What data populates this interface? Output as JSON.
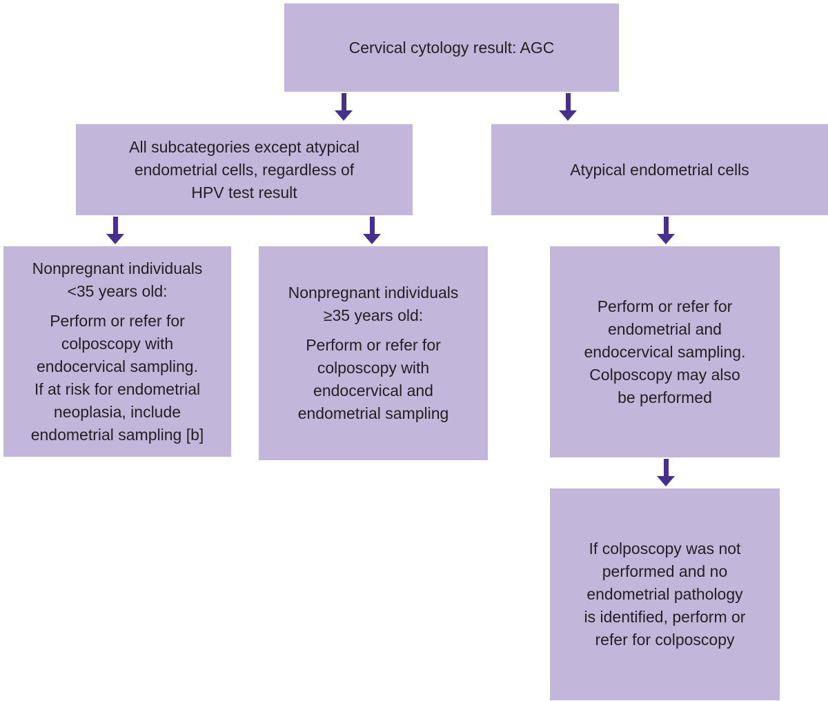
{
  "colors": {
    "box_fill": "#c3b6db",
    "arrow": "#472f90",
    "text": "#231f20",
    "background": "#ffffff"
  },
  "flowchart": {
    "root": {
      "text": "Cervical cytology result: AGC"
    },
    "level2": {
      "left": {
        "text": "All subcategories except atypical\nendometrial cells, regardless of\nHPV test result"
      },
      "right": {
        "text": "Atypical endometrial cells"
      }
    },
    "level3": {
      "left": {
        "heading": "Nonpregnant individuals\n<35 years old:",
        "body": "Perform or refer for\ncolposcopy with\nendocervical sampling.\nIf at risk for endometrial\nneoplasia, include\nendometrial sampling [b]"
      },
      "middle": {
        "heading": "Nonpregnant individuals\n≥35 years old:",
        "body": "Perform or refer for\ncolposcopy with\nendocervical and\nendometrial sampling"
      },
      "right": {
        "text": "Perform or refer for\nendometrial and\nendocervical sampling.\nColposcopy may also\nbe performed"
      }
    },
    "level4": {
      "right": {
        "text": "If colposcopy was not\nperformed and no\nendometrial pathology\nis identified, perform or\nrefer for colposcopy"
      }
    }
  }
}
